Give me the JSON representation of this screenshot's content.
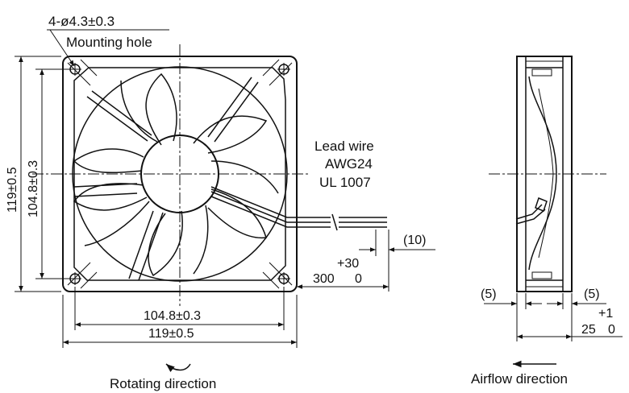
{
  "front_view": {
    "mounting_hole_spec": "4-ø4.3±0.3",
    "mounting_hole_label": "Mounting hole",
    "lead_wire": [
      "Lead wire",
      "AWG24",
      "UL 1007"
    ],
    "height_overall": "119±0.5",
    "height_hole_pitch": "104.8±0.3",
    "width_hole_pitch": "104.8±0.3",
    "width_overall": "119±0.5",
    "strip_length": "(10)",
    "lead_length_nominal": "300",
    "lead_length_tol_upper": "+30",
    "lead_length_tol_lower": "0",
    "rotation_label": "Rotating direction"
  },
  "side_view": {
    "flange_left": "(5)",
    "flange_right": "(5)",
    "depth_nominal": "25",
    "depth_tol_upper": "+1",
    "depth_tol_lower": "0",
    "airflow_label": "Airflow direction"
  }
}
